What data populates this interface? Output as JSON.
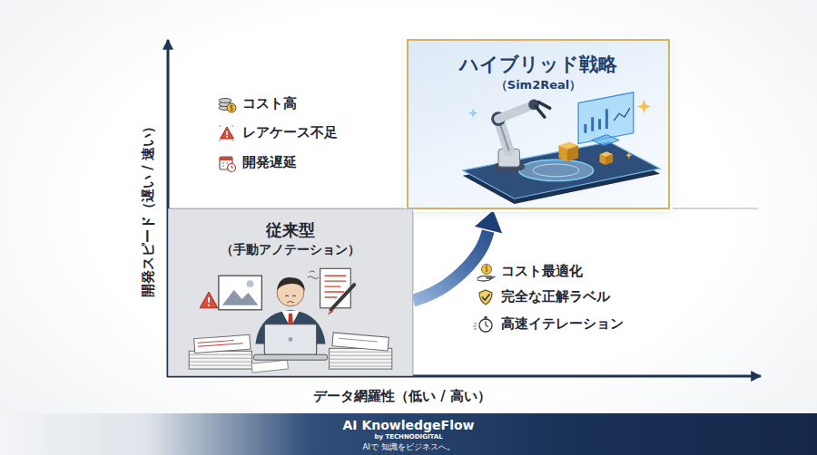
{
  "diagram": {
    "nodes": [
      {
        "text": [
          "ハイブリッド戦略",
          "（Sim2Real）"
        ]
      },
      {
        "text": [
          "従来型",
          "（手動アノテーション）"
        ]
      }
    ],
    "edges": [
      {
        "from": 1,
        "to": 0,
        "arrow": "to"
      }
    ],
    "labels": [
      "開発スピード（遅い / 速い）",
      "データ網羅性（低い / 高い）",
      "コスト高",
      "レアケース不足",
      "開発遅延",
      "コスト最適化",
      "完全な正解ラベル",
      "高速イテレーション",
      "AI KnowledgeFlow",
      "by TECHNODIGITAL",
      "AIで 知識をビジネスへ。"
    ]
  }
}
